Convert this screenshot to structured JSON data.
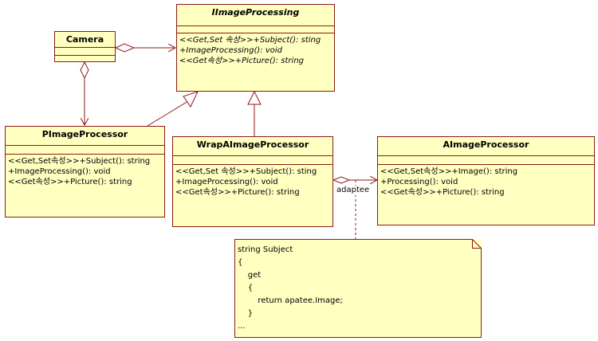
{
  "classes": {
    "iimageprocessing": {
      "name": "IImageProcessing",
      "operations": [
        "<<Get,Set 속성>>+Subject(): sting",
        "+ImageProcessing(): void",
        "<<Get속성>>+Picture(): string"
      ]
    },
    "camera": {
      "name": "Camera",
      "operations": []
    },
    "pimageprocessor": {
      "name": "PImageProcessor",
      "operations": [
        "<<Get,Set속성>>+Subject(): string",
        "+ImageProcessing(): void",
        "<<Get속성>>+Picture(): string"
      ]
    },
    "wrapaimageprocessor": {
      "name": "WrapAImageProcessor",
      "operations": [
        "<<Get,Set 속성>>+Subject(): sting",
        "+ImageProcessing(): void",
        "<<Get속성>>+Picture(): string"
      ]
    },
    "aimageprocessor": {
      "name": "AImageProcessor",
      "operations": [
        "<<Get,Set속성>>+Image(): string",
        "+Processing(): void",
        "<<Get속성>>+Picture(): string"
      ]
    }
  },
  "association": {
    "label": "adaptee"
  },
  "note": {
    "lines": [
      "string Subject",
      "{",
      "    get",
      "    {",
      "        return apatee.Image;",
      "    }",
      "..."
    ]
  },
  "colors": {
    "class_fill": "#ffffc0",
    "class_border": "#8b1a1a",
    "line": "#8b1a1a"
  }
}
